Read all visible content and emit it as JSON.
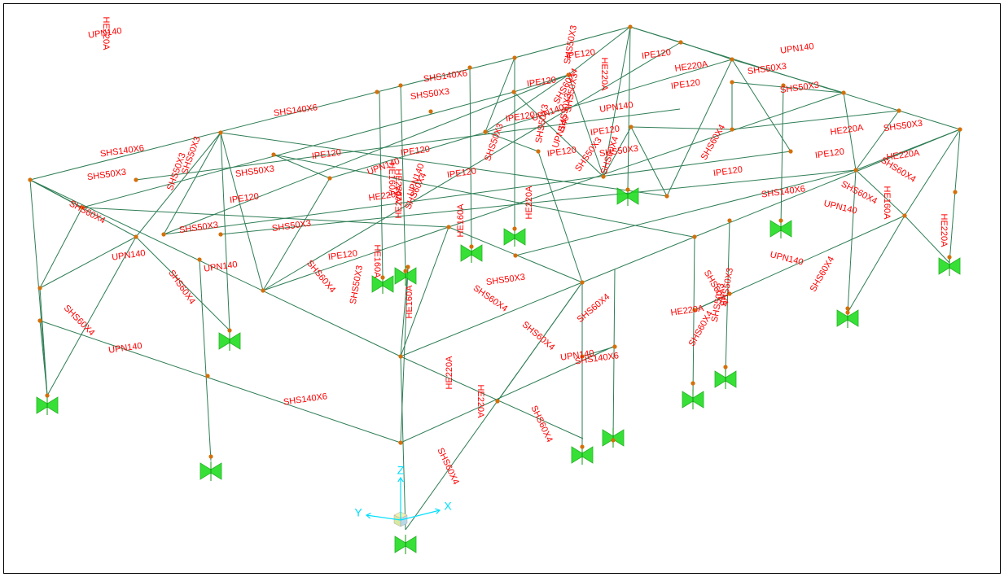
{
  "model_view": {
    "member_color": "#2e7d55",
    "label_color": "#ff0000",
    "node_color": "#d4700a",
    "support_color": "#22dd22",
    "axis_color": "#00e0ff",
    "axes": {
      "x": "X",
      "y": "Y",
      "z": "Z"
    },
    "labels": [
      {
        "t": "SHS140X6",
        "a": -8
      },
      {
        "t": "SHS50X3",
        "a": -8
      },
      {
        "t": "SHS140X6",
        "a": -8
      },
      {
        "t": "SHS50X3",
        "a": -8
      },
      {
        "t": "SHS140X6",
        "a": -8
      },
      {
        "t": "SHS50X3",
        "a": -8
      },
      {
        "t": "SHS50X3",
        "a": -70
      },
      {
        "t": "SHS50X3",
        "a": -70
      },
      {
        "t": "IPE120",
        "a": -8
      },
      {
        "t": "IPE120",
        "a": -8
      },
      {
        "t": "IPE120",
        "a": -8
      },
      {
        "t": "IPE120",
        "a": -8
      },
      {
        "t": "IPE120",
        "a": -8
      },
      {
        "t": "HE220A",
        "a": -8
      },
      {
        "t": "SHS50X3",
        "a": -8
      },
      {
        "t": "SHS50X3",
        "a": -8
      },
      {
        "t": "SHS50X3",
        "a": -80
      },
      {
        "t": "SHS50X3",
        "a": -8
      },
      {
        "t": "SHS50X3",
        "a": -80
      },
      {
        "t": "IPE120",
        "a": -8
      },
      {
        "t": "IPE120",
        "a": -8
      },
      {
        "t": "IPE120",
        "a": -8
      },
      {
        "t": "HE220A",
        "a": -8
      },
      {
        "t": "UPN140",
        "a": -8
      },
      {
        "t": "SHS50X3",
        "a": -8
      },
      {
        "t": "SHS50X3",
        "a": -8
      },
      {
        "t": "SHS50X3",
        "a": -8
      },
      {
        "t": "HE220A",
        "a": -8
      },
      {
        "t": "IPE120",
        "a": -8
      },
      {
        "t": "IPE120",
        "a": -8
      },
      {
        "t": "UPN140",
        "a": -8
      },
      {
        "t": "SHS50X3",
        "a": -80
      },
      {
        "t": "SHS50X3",
        "a": -80
      },
      {
        "t": "IPE120",
        "a": -8
      },
      {
        "t": "IPE120",
        "a": -8
      },
      {
        "t": "SHS50X3",
        "a": -8
      },
      {
        "t": "IPE120",
        "a": -8
      },
      {
        "t": "SHS140X6",
        "a": -8
      },
      {
        "t": "SHS60X4",
        "a": 28
      },
      {
        "t": "SHS60X4",
        "a": 55
      },
      {
        "t": "UPN140",
        "a": -8
      },
      {
        "t": "UPN140",
        "a": -8
      },
      {
        "t": "SHS60X4",
        "a": 45
      },
      {
        "t": "SHS140X6",
        "a": -8
      },
      {
        "t": "SHS60X4",
        "a": 50
      },
      {
        "t": "SHS60X4",
        "a": 35
      },
      {
        "t": "HE220A",
        "a": -90
      },
      {
        "t": "UPN140",
        "a": -8
      },
      {
        "t": "HE220A",
        "a": -8
      },
      {
        "t": "SHS60X4",
        "a": 32
      },
      {
        "t": "HE220A",
        "a": 90
      },
      {
        "t": "HE160A",
        "a": 90
      },
      {
        "t": "SHS60X4",
        "a": -60
      },
      {
        "t": "UPN140",
        "a": 14
      },
      {
        "t": "UPN140",
        "a": 14
      },
      {
        "t": "SHS60X4",
        "a": 28
      },
      {
        "t": "SHS60X4",
        "a": -60
      },
      {
        "t": "UPN140",
        "a": -20
      },
      {
        "t": "SHS60X4",
        "a": -60
      },
      {
        "t": "HE220A",
        "a": 90
      },
      {
        "t": "SHS50X3",
        "a": -80
      },
      {
        "t": "SHS50X3",
        "a": -70
      },
      {
        "t": "IPE120",
        "a": -8
      },
      {
        "t": "SHS50X3",
        "a": -55
      },
      {
        "t": "SHS60X4",
        "a": -72
      },
      {
        "t": "HE220A",
        "a": -90
      },
      {
        "t": "UPN140",
        "a": -70
      },
      {
        "t": "HE160A",
        "a": -90
      },
      {
        "t": "HE160A",
        "a": -90
      },
      {
        "t": "UPN140",
        "a": -70
      },
      {
        "t": "UPN140",
        "a": -20
      },
      {
        "t": "HE220A",
        "a": -90
      },
      {
        "t": "SHS60X4",
        "a": -65
      },
      {
        "t": "HE220A",
        "a": 90
      },
      {
        "t": "HE160A",
        "a": 90
      },
      {
        "t": "HE160A",
        "a": 90
      },
      {
        "t": "HE220A",
        "a": 90
      },
      {
        "t": "SHS60X4",
        "a": 65
      },
      {
        "t": "SHS60X4",
        "a": 65
      },
      {
        "t": "SHS60X4",
        "a": 40
      },
      {
        "t": "SHS60X4",
        "a": -40
      },
      {
        "t": "UPN140",
        "a": -8
      },
      {
        "t": "SHS140X6",
        "a": -8
      },
      {
        "t": "HE220A",
        "a": -8
      },
      {
        "t": "SHS60X4",
        "a": -60
      },
      {
        "t": "SHS60X4",
        "a": 60
      },
      {
        "t": "SHS50X3",
        "a": -80
      },
      {
        "t": "SHS50X3",
        "a": -80
      },
      {
        "t": "UPN140",
        "a": -8
      },
      {
        "t": "HE220A",
        "a": 90
      }
    ]
  }
}
